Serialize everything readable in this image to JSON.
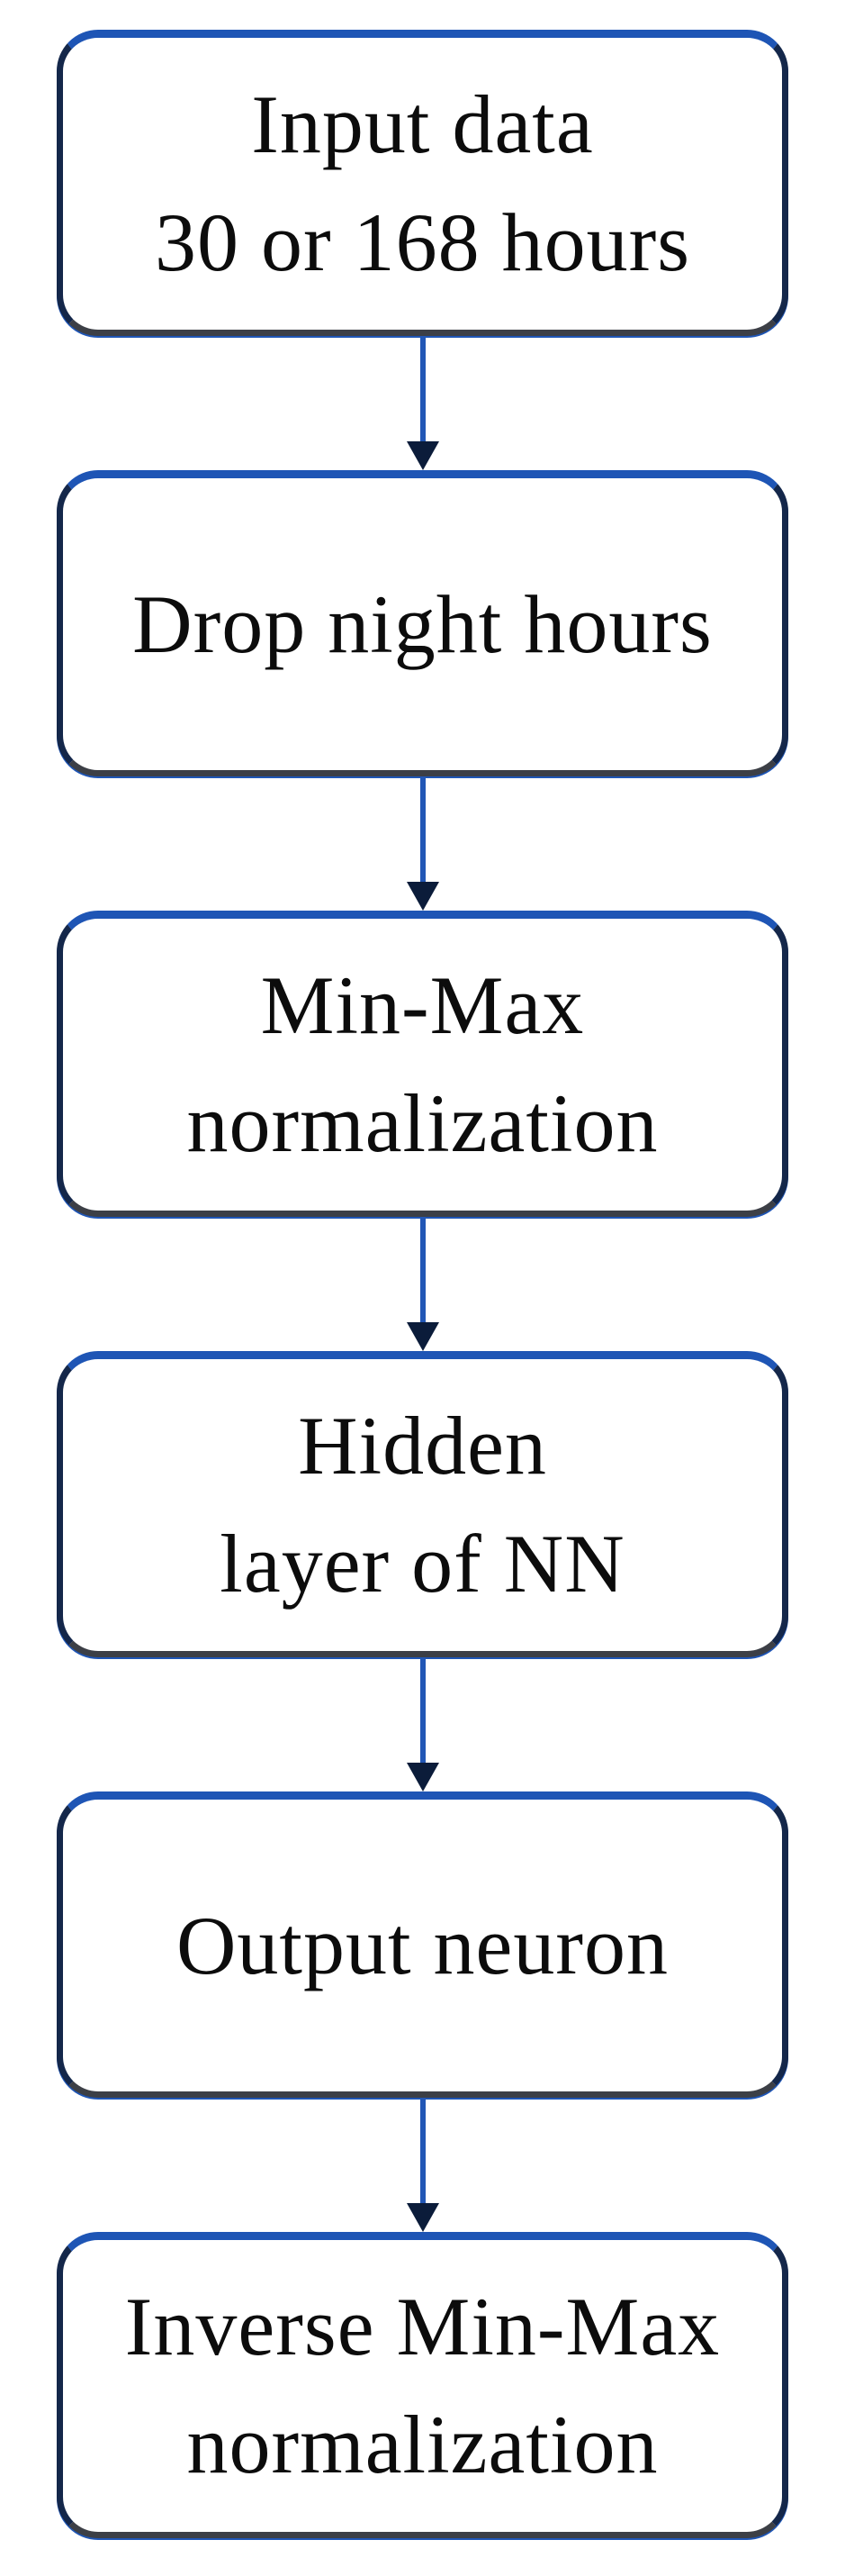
{
  "diagram": {
    "type": "flowchart",
    "direction": "top-down",
    "nodes": [
      {
        "id": "input-data",
        "lines": [
          "Input data",
          "30 or 168 hours"
        ]
      },
      {
        "id": "drop-night-hours",
        "lines": [
          "Drop night hours"
        ]
      },
      {
        "id": "min-max-normalization",
        "lines": [
          "Min-Max",
          "normalization"
        ]
      },
      {
        "id": "hidden-layer-of-nn",
        "lines": [
          "Hidden",
          "layer of NN"
        ]
      },
      {
        "id": "output-neuron",
        "lines": [
          "Output neuron"
        ]
      },
      {
        "id": "inverse-min-max-normalization",
        "lines": [
          "Inverse Min-Max",
          "normalization"
        ]
      }
    ],
    "edges": [
      {
        "from": "input-data",
        "to": "drop-night-hours"
      },
      {
        "from": "drop-night-hours",
        "to": "min-max-normalization"
      },
      {
        "from": "min-max-normalization",
        "to": "hidden-layer-of-nn"
      },
      {
        "from": "hidden-layer-of-nn",
        "to": "output-neuron"
      },
      {
        "from": "output-neuron",
        "to": "inverse-min-max-normalization"
      }
    ],
    "colors": {
      "background": "#ffffff",
      "node_fill": "#ffffff",
      "node_border_accent": "#1e55b5",
      "node_border_side": "#14274a",
      "node_border_bottom": "#3c3f46",
      "arrow_line": "#2257b6",
      "arrow_head": "#0b1c3a",
      "text": "#0c0c0c"
    }
  }
}
